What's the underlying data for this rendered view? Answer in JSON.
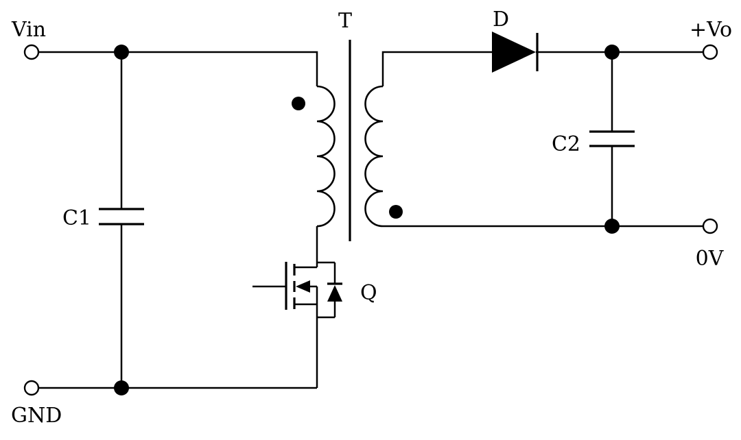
{
  "schematic": {
    "colors": {
      "line": "#000000",
      "background": "#ffffff"
    },
    "labels": {
      "input_terminal": "Vin",
      "ground_terminal": "GND",
      "input_capacitor": "C1",
      "transformer": "T",
      "switch": "Q",
      "output_diode": "D",
      "output_capacitor": "C2",
      "output_positive": "+Vo",
      "output_return": "0V"
    }
  }
}
